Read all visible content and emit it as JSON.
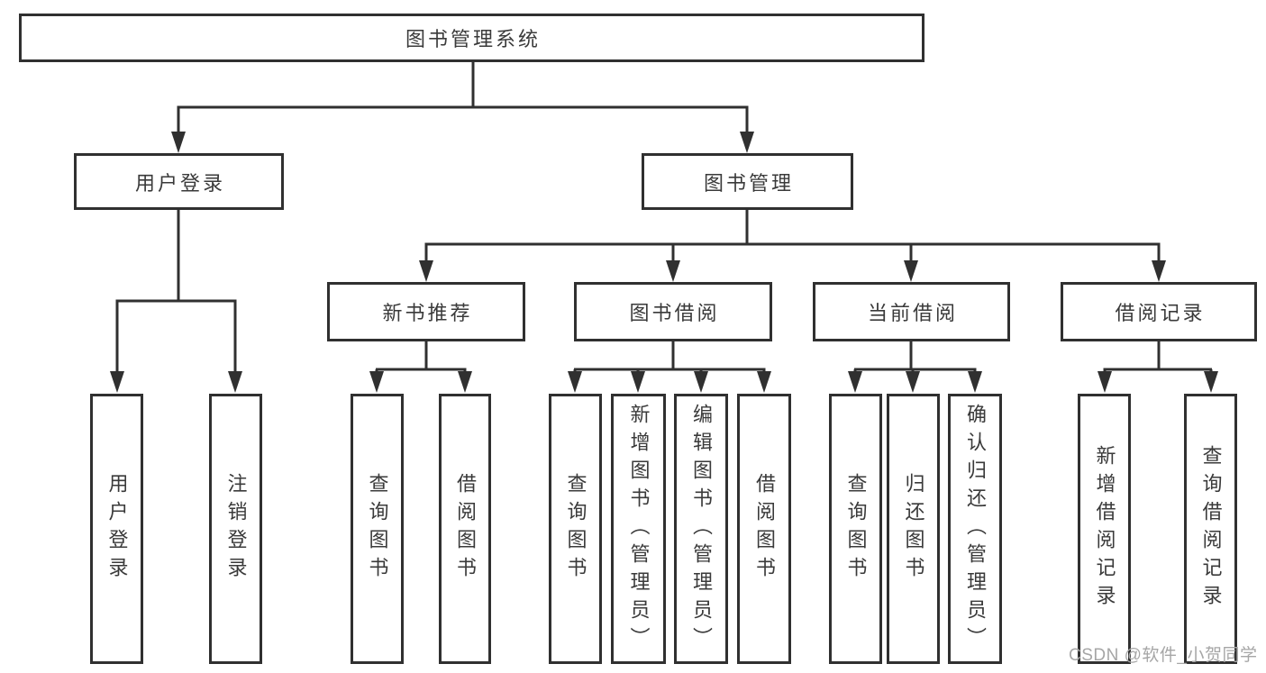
{
  "diagram": {
    "root": "图书管理系统",
    "level2": {
      "user_login": "用户登录",
      "book_management": "图书管理"
    },
    "level3": {
      "new_book_recommend": "新书推荐",
      "book_borrow": "图书借阅",
      "current_borrow": "当前借阅",
      "borrow_record": "借阅记录"
    },
    "leaves": {
      "user_login": "用户登录",
      "logout": "注销登录",
      "nb_query_book": "查询图书",
      "nb_borrow_book": "借阅图书",
      "bb_query_book": "查询图书",
      "bb_add_book": "新增图书（管理员）",
      "bb_edit_book": "编辑图书（管理员）",
      "bb_borrow_book": "借阅图书",
      "cb_query_book": "查询图书",
      "cb_return_book": "归还图书",
      "cb_confirm_return": "确认归还（管理员）",
      "br_add_record": "新增借阅记录",
      "br_query_record": "查询借阅记录"
    }
  },
  "watermark": "CSDN @软件_小贺同学",
  "colors": {
    "line": "#303030",
    "text": "#3a3a3a",
    "background": "#ffffff",
    "watermark": "#a6a6a6"
  }
}
